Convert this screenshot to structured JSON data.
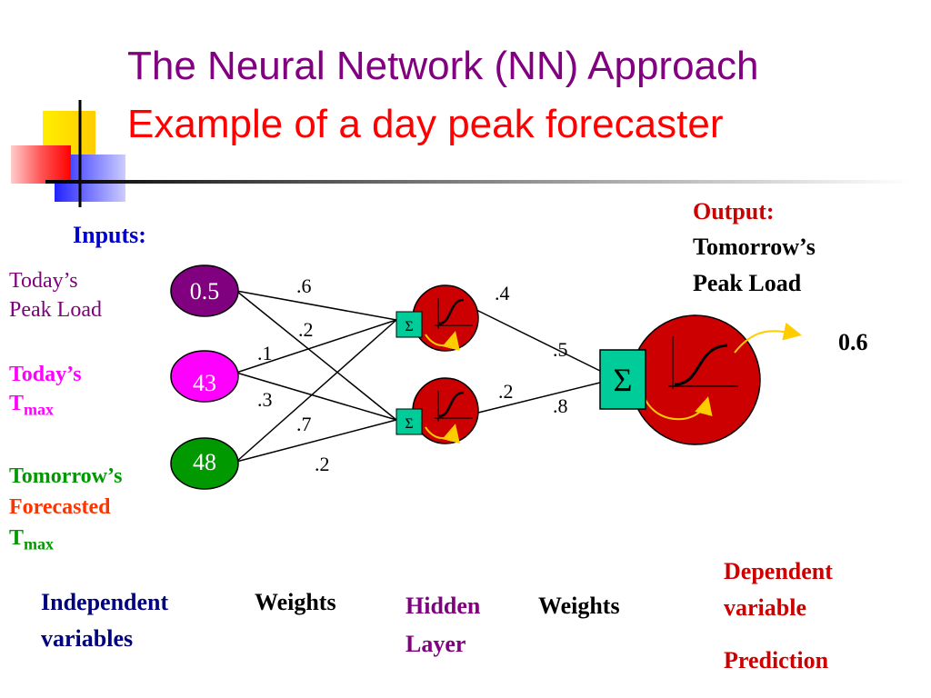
{
  "title": {
    "line1": "The Neural Network (NN) Approach",
    "line2": "Example of a day peak forecaster"
  },
  "inputs_heading": "Inputs:",
  "inputs": [
    {
      "value": "0.5",
      "color": "#800080",
      "label_line1": "Today’s",
      "label_line2": "Peak Load"
    },
    {
      "value": "43",
      "color": "#ff00ff",
      "label_line1": "Today’s",
      "label_line2": "T",
      "label_sub": "max"
    },
    {
      "value": "48",
      "color": "#009900",
      "label_line1": "Tomorrow’s",
      "label_line2": "Forecasted",
      "label_line3": "T",
      "label_sub": "max"
    }
  ],
  "input_weights": [
    ".6",
    ".2",
    ".1",
    ".3",
    ".7",
    ".2"
  ],
  "hidden_weights": [
    ".4",
    ".2"
  ],
  "output_weights": [
    ".5",
    ".8"
  ],
  "sum_symbol": "Σ",
  "output": {
    "heading": "Output:",
    "line1": "Tomorrow’s",
    "line2": "Peak Load",
    "value": "0.6"
  },
  "footer": {
    "independent_line1": "Independent",
    "independent_line2": "variables",
    "weights_left": "Weights",
    "hidden_line1": "Hidden",
    "hidden_line2": "Layer",
    "weights_right": "Weights",
    "dependent_line1": "Dependent",
    "dependent_line2": "variable",
    "prediction": "Prediction"
  },
  "colors": {
    "neuron_red": "#cc0000",
    "sum_box": "#00cc99",
    "arrow": "#ffcc00",
    "blue_text": "#0000cc",
    "orange_text": "#ff3300"
  },
  "icons": [
    "sigmoid-icon",
    "sum-icon",
    "arrow-icon"
  ]
}
